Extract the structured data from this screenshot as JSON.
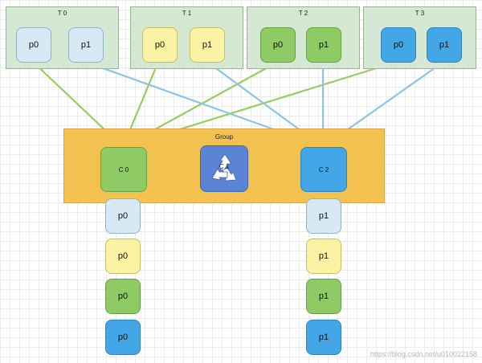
{
  "topics": [
    {
      "title": "T 0",
      "partitions": [
        "p0",
        "p1"
      ],
      "color": "#d6e9f5",
      "border": "#8fb2c9"
    },
    {
      "title": "T 1",
      "partitions": [
        "p0",
        "p1"
      ],
      "color": "#fbf3a4",
      "border": "#c9bd62"
    },
    {
      "title": "T 2",
      "partitions": [
        "p0",
        "p1"
      ],
      "color": "#8fcb64",
      "border": "#6aa044"
    },
    {
      "title": "T 3",
      "partitions": [
        "p0",
        "p1"
      ],
      "color": "#43a6e6",
      "border": "#2d86c2"
    }
  ],
  "group": {
    "title": "Group",
    "consumers": [
      {
        "label": "C 0",
        "color": "#8fcb64",
        "border": "#6aa044"
      },
      {
        "label": "C 1",
        "color": "#5b84d6",
        "border": "#4267b1",
        "icon": "recycle-icon"
      },
      {
        "label": "C 2",
        "color": "#43a6e6",
        "border": "#2d86c2"
      }
    ]
  },
  "assigned": {
    "c0": [
      "p0",
      "p0",
      "p0",
      "p0"
    ],
    "c2": [
      "p1",
      "p1",
      "p1",
      "p1"
    ]
  },
  "colors": {
    "link_c0": "#98cc5e",
    "link_c2": "#8ec3e8"
  },
  "watermark": "https://blog.csdn.net/u010022158"
}
